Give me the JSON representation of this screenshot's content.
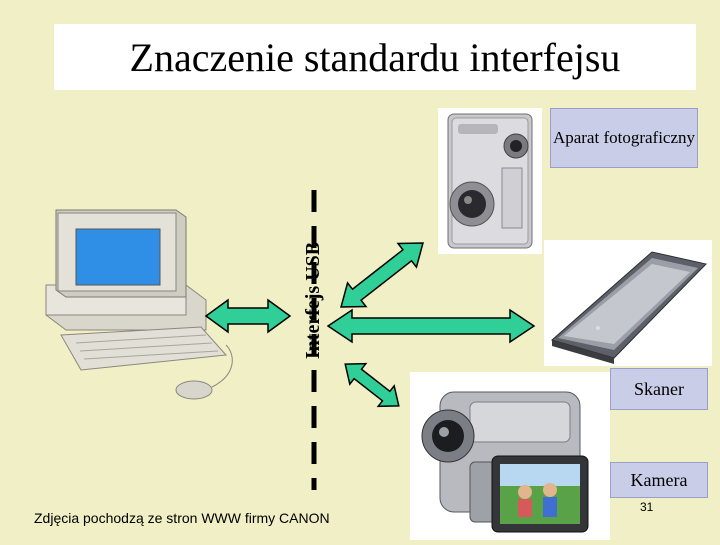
{
  "slide": {
    "title": "Znaczenie standardu interfejsu",
    "usb_label": "Interfejs USB",
    "credit": "Zdjęcia pochodzą ze stron WWW firmy CANON",
    "page_number": "31"
  },
  "devices": {
    "camera_label": "Aparat fotograficzny",
    "scanner_label": "Skaner",
    "camcorder_label": "Kamera"
  },
  "colors": {
    "background": "#f1efc6",
    "arrow_fill": "#2fcf97",
    "label_bg": "#c9cde8"
  }
}
